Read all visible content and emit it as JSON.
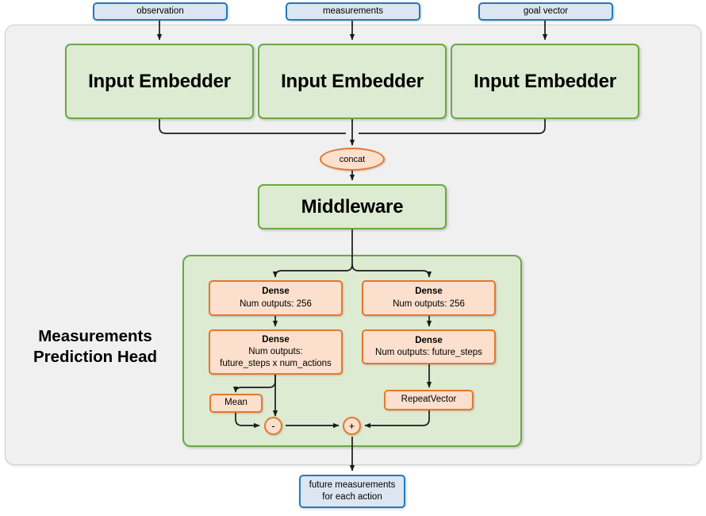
{
  "diagram": {
    "title": "Measurements Prediction Head",
    "inputs": [
      {
        "label": "observation"
      },
      {
        "label": "measurements"
      },
      {
        "label": "goal vector"
      }
    ],
    "embedders": [
      {
        "label": "Input Embedder"
      },
      {
        "label": "Input Embedder"
      },
      {
        "label": "Input Embedder"
      }
    ],
    "concat": {
      "label": "concat"
    },
    "middleware": {
      "label": "Middleware"
    },
    "head": {
      "label": "Measurements\nPrediction Head",
      "title_line1": "Measurements",
      "title_line2": "Prediction Head",
      "left_branch": [
        {
          "title": "Dense",
          "detail_line1": "Num outputs: 256",
          "detail_line2": ""
        },
        {
          "title": "Dense",
          "detail_line1": "Num outputs:",
          "detail_line2": "future_steps x num_actions"
        }
      ],
      "right_branch": [
        {
          "title": "Dense",
          "detail_line1": "Num outputs: 256",
          "detail_line2": ""
        },
        {
          "title": "Dense",
          "detail_line1": "Num outputs: future_steps",
          "detail_line2": ""
        }
      ],
      "mean": {
        "label": "Mean"
      },
      "repeat_vector": {
        "label": "RepeatVector"
      },
      "subtract_op": {
        "label": "-"
      },
      "add_op": {
        "label": "+"
      }
    },
    "output": {
      "line1": "future measurements",
      "line2": "for each action"
    },
    "colors": {
      "panel_background": "#f0f0f0",
      "panel_border": "#cfcfcf",
      "io_fill": "#dce6f2",
      "io_border": "#1f7cc2",
      "module_fill": "#ddebd2",
      "module_border": "#6aa943",
      "op_fill": "#fce0cd",
      "op_border": "#e8762c",
      "edge": "#1a1a1a"
    }
  }
}
